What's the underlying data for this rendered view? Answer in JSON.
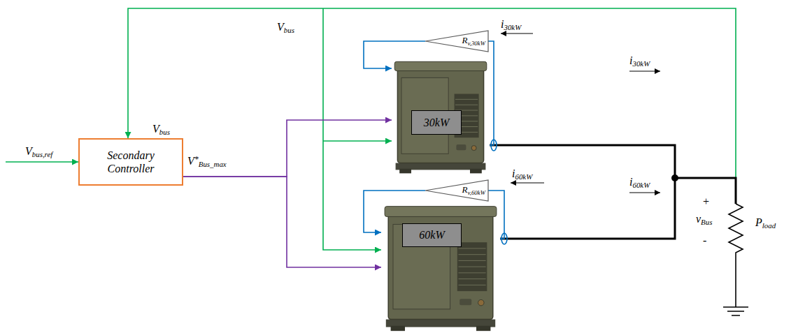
{
  "diagram": {
    "nodes": [
      {
        "text": [
          "Secondary Controller"
        ]
      },
      {
        "text": [
          "Rv,30kW"
        ]
      },
      {
        "text": [
          "30kW"
        ]
      },
      {
        "text": [
          "Rv,60kW"
        ]
      },
      {
        "text": [
          "60kW"
        ]
      }
    ],
    "edges": [
      {
        "from": 0,
        "to": 2,
        "arrow": "to"
      },
      {
        "from": 0,
        "to": 4,
        "arrow": "to"
      },
      {
        "from": 1,
        "to": 2,
        "arrow": "to"
      },
      {
        "from": 2,
        "to": 1,
        "arrow": "none"
      },
      {
        "from": 3,
        "to": 4,
        "arrow": "to"
      },
      {
        "from": 4,
        "to": 3,
        "arrow": "none"
      }
    ],
    "labels": [
      "Vbus",
      "Vbus,ref",
      "Vbus",
      "V*Bus_max",
      "i30kW",
      "i30kW",
      "i60kW",
      "i60kW",
      "+",
      "vBus",
      "-",
      "Pload"
    ]
  }
}
